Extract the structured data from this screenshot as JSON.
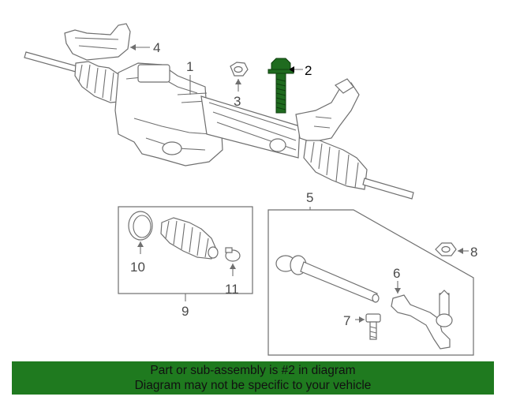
{
  "callouts": {
    "c1": "1",
    "c2": "2",
    "c3": "3",
    "c4": "4",
    "c5": "5",
    "c6": "6",
    "c7": "7",
    "c8": "8",
    "c9": "9",
    "c10": "10",
    "c11": "11"
  },
  "banner": {
    "line1": "Part or sub-assembly is #2 in diagram",
    "line2": "Diagram may not be specific to your vehicle"
  },
  "colors": {
    "banner_bg": "#1f7a1f",
    "highlight_part": "#1f6b1f"
  }
}
